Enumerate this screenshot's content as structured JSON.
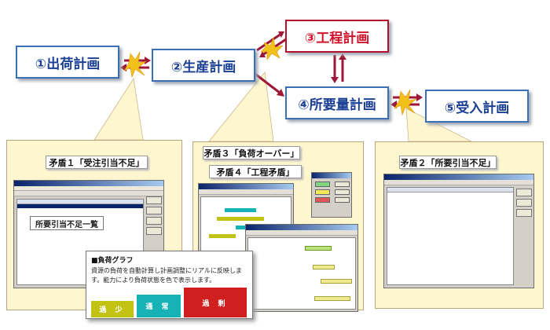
{
  "plans": {
    "shipping": "①出荷計画",
    "production": "②生産計画",
    "process": "③工程計画",
    "mrp": "④所要量計画",
    "receiving": "⑤受入計画"
  },
  "conflicts": {
    "c1": "矛盾１「受注引当不足」",
    "c3": "矛盾３「負荷オーバー」",
    "c4": "矛盾４「工程矛盾」",
    "c2": "矛盾２「所要引当不足」"
  },
  "shortage_list_label": "所要引当不足一覧",
  "load_graph": {
    "title": "■負荷グラフ",
    "description": "資源の負荷を自動計算し計画調整にリアルに反映します。能力により負荷状態を色で表示します。",
    "legend": [
      {
        "label": "過 少",
        "color": "#c2c214"
      },
      {
        "label": "通 常",
        "color": "#17b2b6"
      },
      {
        "label": "過 剰",
        "color": "#cf1f1f"
      }
    ]
  },
  "colors": {
    "plan_border": "#3b6fb6",
    "plan_text": "#1b3f93",
    "highlight_red": "#d0142c",
    "arrow_maroon": "#9c1836",
    "arrow_yellow": "#f2c21a",
    "panel_fill": "#fdf6cf"
  }
}
